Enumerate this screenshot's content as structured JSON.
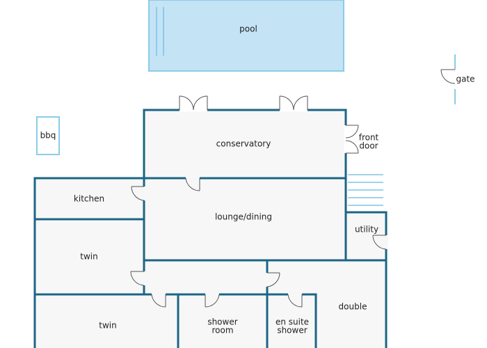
{
  "colors": {
    "wall": "#1b6585",
    "floor": "#f7f7f7",
    "pool_fill": "#c4e3f5",
    "pool_stroke": "#8ccbe9",
    "step_line": "#9fd3ea",
    "door_line": "#555555"
  },
  "labels": {
    "pool": "pool",
    "gate": "gate",
    "bbq": "bbq",
    "conservatory": "conservatory",
    "front_door_line1": "front",
    "front_door_line2": "door",
    "kitchen": "kitchen",
    "lounge_dining": "lounge/dining",
    "utility": "utility",
    "twin_upper": "twin",
    "twin_lower": "twin",
    "double": "double",
    "shower_room_line1": "shower",
    "shower_room_line2": "room",
    "en_suite_line1": "en suite",
    "en_suite_line2": "shower"
  }
}
